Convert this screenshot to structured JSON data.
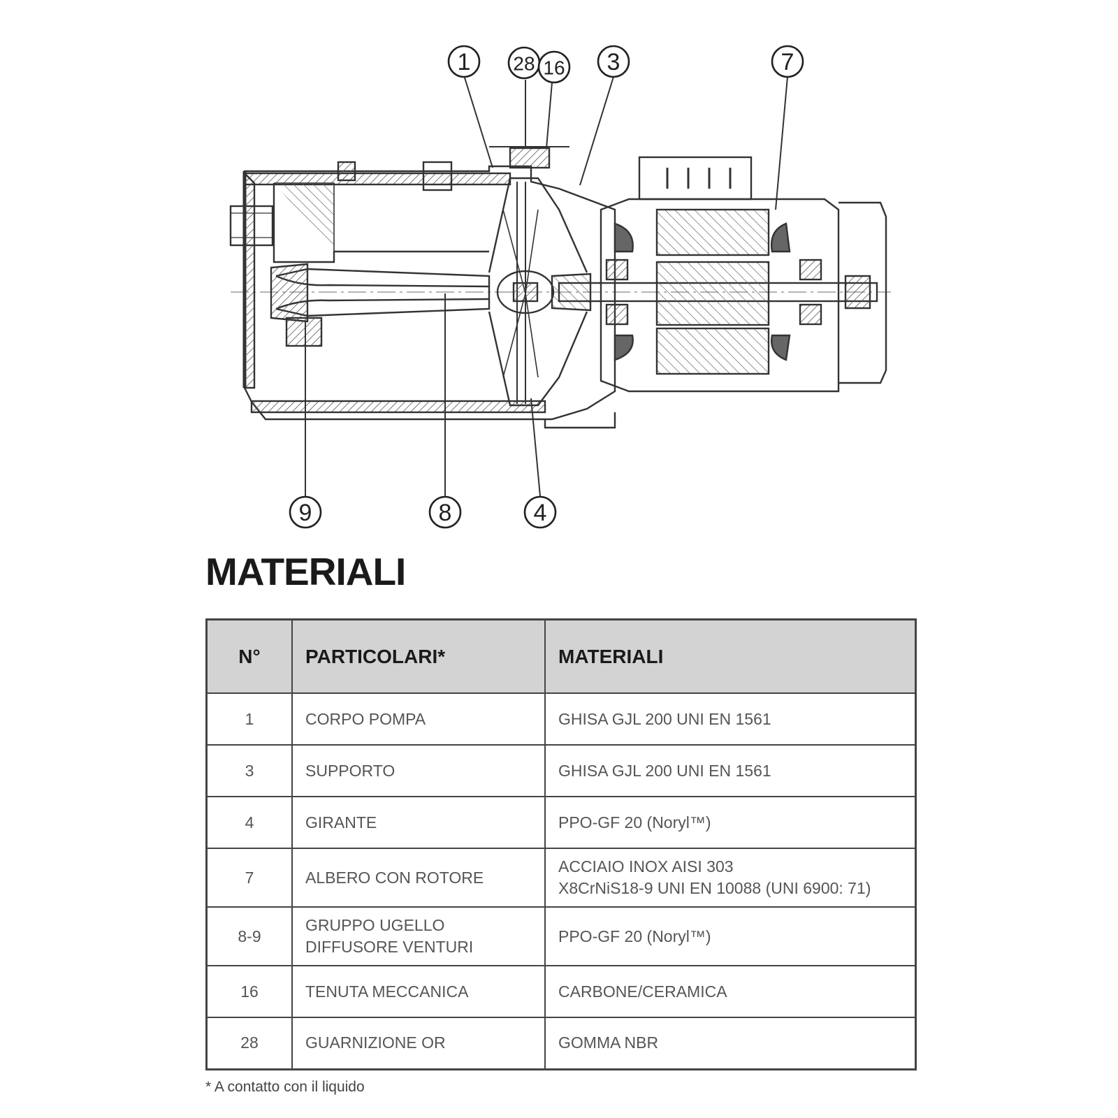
{
  "diagram": {
    "callouts": [
      "1",
      "28",
      "16",
      "3",
      "7",
      "9",
      "8",
      "4"
    ]
  },
  "section_title": "MATERIALI",
  "table": {
    "headers": [
      "N°",
      "PARTICOLARI*",
      "MATERIALI"
    ],
    "rows": [
      {
        "n": "1",
        "part": [
          "CORPO POMPA"
        ],
        "material": [
          "GHISA GJL 200 UNI EN 1561"
        ]
      },
      {
        "n": "3",
        "part": [
          "SUPPORTO"
        ],
        "material": [
          "GHISA GJL 200 UNI EN 1561"
        ]
      },
      {
        "n": "4",
        "part": [
          "GIRANTE"
        ],
        "material": [
          "PPO-GF 20 (Noryl™)"
        ]
      },
      {
        "n": "7",
        "part": [
          "ALBERO CON ROTORE"
        ],
        "material": [
          "ACCIAIO INOX AISI 303",
          "X8CrNiS18-9 UNI EN 10088 (UNI 6900: 71)"
        ]
      },
      {
        "n": "8-9",
        "part": [
          "GRUPPO UGELLO",
          "DIFFUSORE VENTURI"
        ],
        "material": [
          "PPO-GF 20 (Noryl™)"
        ]
      },
      {
        "n": "16",
        "part": [
          "TENUTA MECCANICA"
        ],
        "material": [
          "CARBONE/CERAMICA"
        ]
      },
      {
        "n": "28",
        "part": [
          "GUARNIZIONE OR"
        ],
        "material": [
          "GOMMA NBR"
        ]
      }
    ]
  },
  "footnote": "* A contatto con il liquido"
}
